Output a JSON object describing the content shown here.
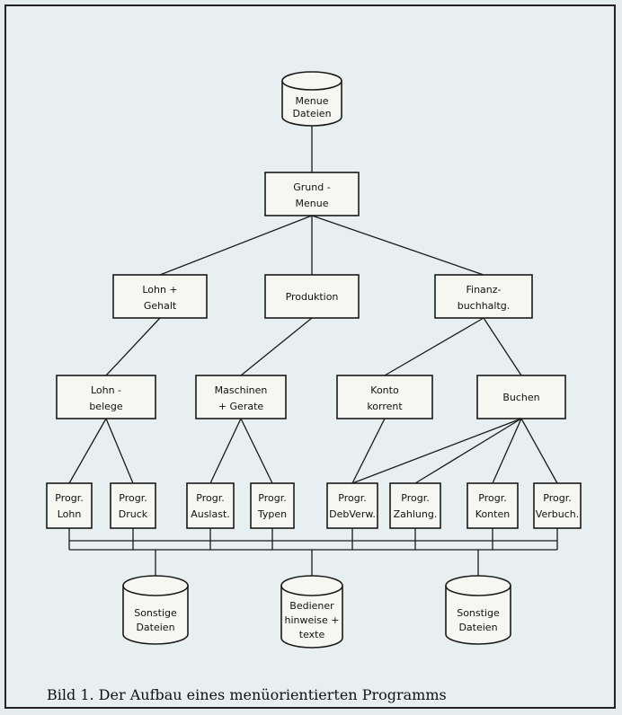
{
  "nodes": {
    "menue_dateien": [
      "Menue",
      "Dateien"
    ],
    "grund_menue": [
      "Grund -",
      "Menue"
    ],
    "lohn_gehalt": [
      "Lohn +",
      "Gehalt"
    ],
    "produktion": [
      "Produktion"
    ],
    "finanzbuchhaltung": [
      "Finanz-",
      "buchhaltg."
    ],
    "lohnbelege": [
      "Lohn -",
      "belege"
    ],
    "maschinen_geraete": [
      "Maschinen",
      "+ Gerate"
    ],
    "kontokorrent": [
      "Konto",
      "korrent"
    ],
    "buchen": [
      "Buchen"
    ],
    "progr_lohn": [
      "Progr.",
      "Lohn"
    ],
    "progr_druck": [
      "Progr.",
      "Druck"
    ],
    "progr_auslast": [
      "Progr.",
      "Auslast."
    ],
    "progr_typen": [
      "Progr.",
      "Typen"
    ],
    "progr_debverw": [
      "Progr.",
      "DebVerw."
    ],
    "progr_zahlung": [
      "Progr.",
      "Zahlung."
    ],
    "progr_konten": [
      "Progr.",
      "Konten"
    ],
    "progr_verbuch": [
      "Progr.",
      "Verbuch."
    ],
    "sonstige_dateien_1": [
      "Sonstige",
      "Dateien"
    ],
    "bediener_texte": [
      "Bediener",
      "hinweise +",
      "texte"
    ],
    "sonstige_dateien_2": [
      "Sonstige",
      "Dateien"
    ]
  },
  "caption": "Bild 1. Der Aufbau eines menüorientierten Programms"
}
